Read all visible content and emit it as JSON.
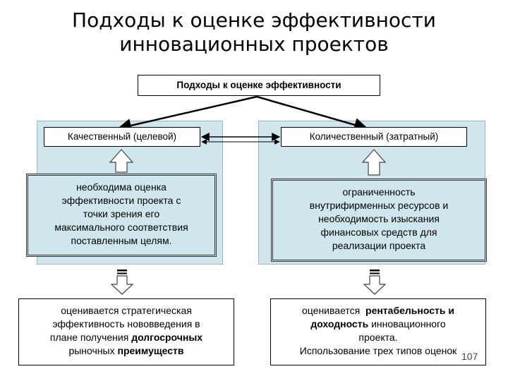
{
  "slide": {
    "title_line1": "Подходы к оценке эффективности",
    "title_line2": "инновационных проектов",
    "top_box": "Подходы к оценке эффективности",
    "left": {
      "heading": "Качественный (целевой)",
      "description": [
        "необходима оценка",
        "эффективности проекта с",
        "точки зрения его",
        "максимального соответствия",
        "поставленным целям."
      ],
      "result": {
        "line1": "оценивается стратегическая",
        "line2": "эффективность нововведения в",
        "line3_prefix": "плане получения ",
        "line3_bold": "долгосрочных",
        "line4_prefix": "рыночных ",
        "line4_bold": "преимуществ"
      }
    },
    "right": {
      "heading": "Количественный (затратный)",
      "description": [
        "ограниченность",
        "внутрифирменных ресурсов и",
        "необходимость изыскания",
        "финансовых средств для",
        "реализации проекта"
      ],
      "result": {
        "line1_prefix": "оценивается  ",
        "line1_bold": "рентабельность и",
        "line2_bold": "доходность",
        "line2_suffix": " инновационного",
        "line3": "проекта.",
        "line4": "Использование трех типов оценок"
      }
    },
    "page_number": "107"
  }
}
